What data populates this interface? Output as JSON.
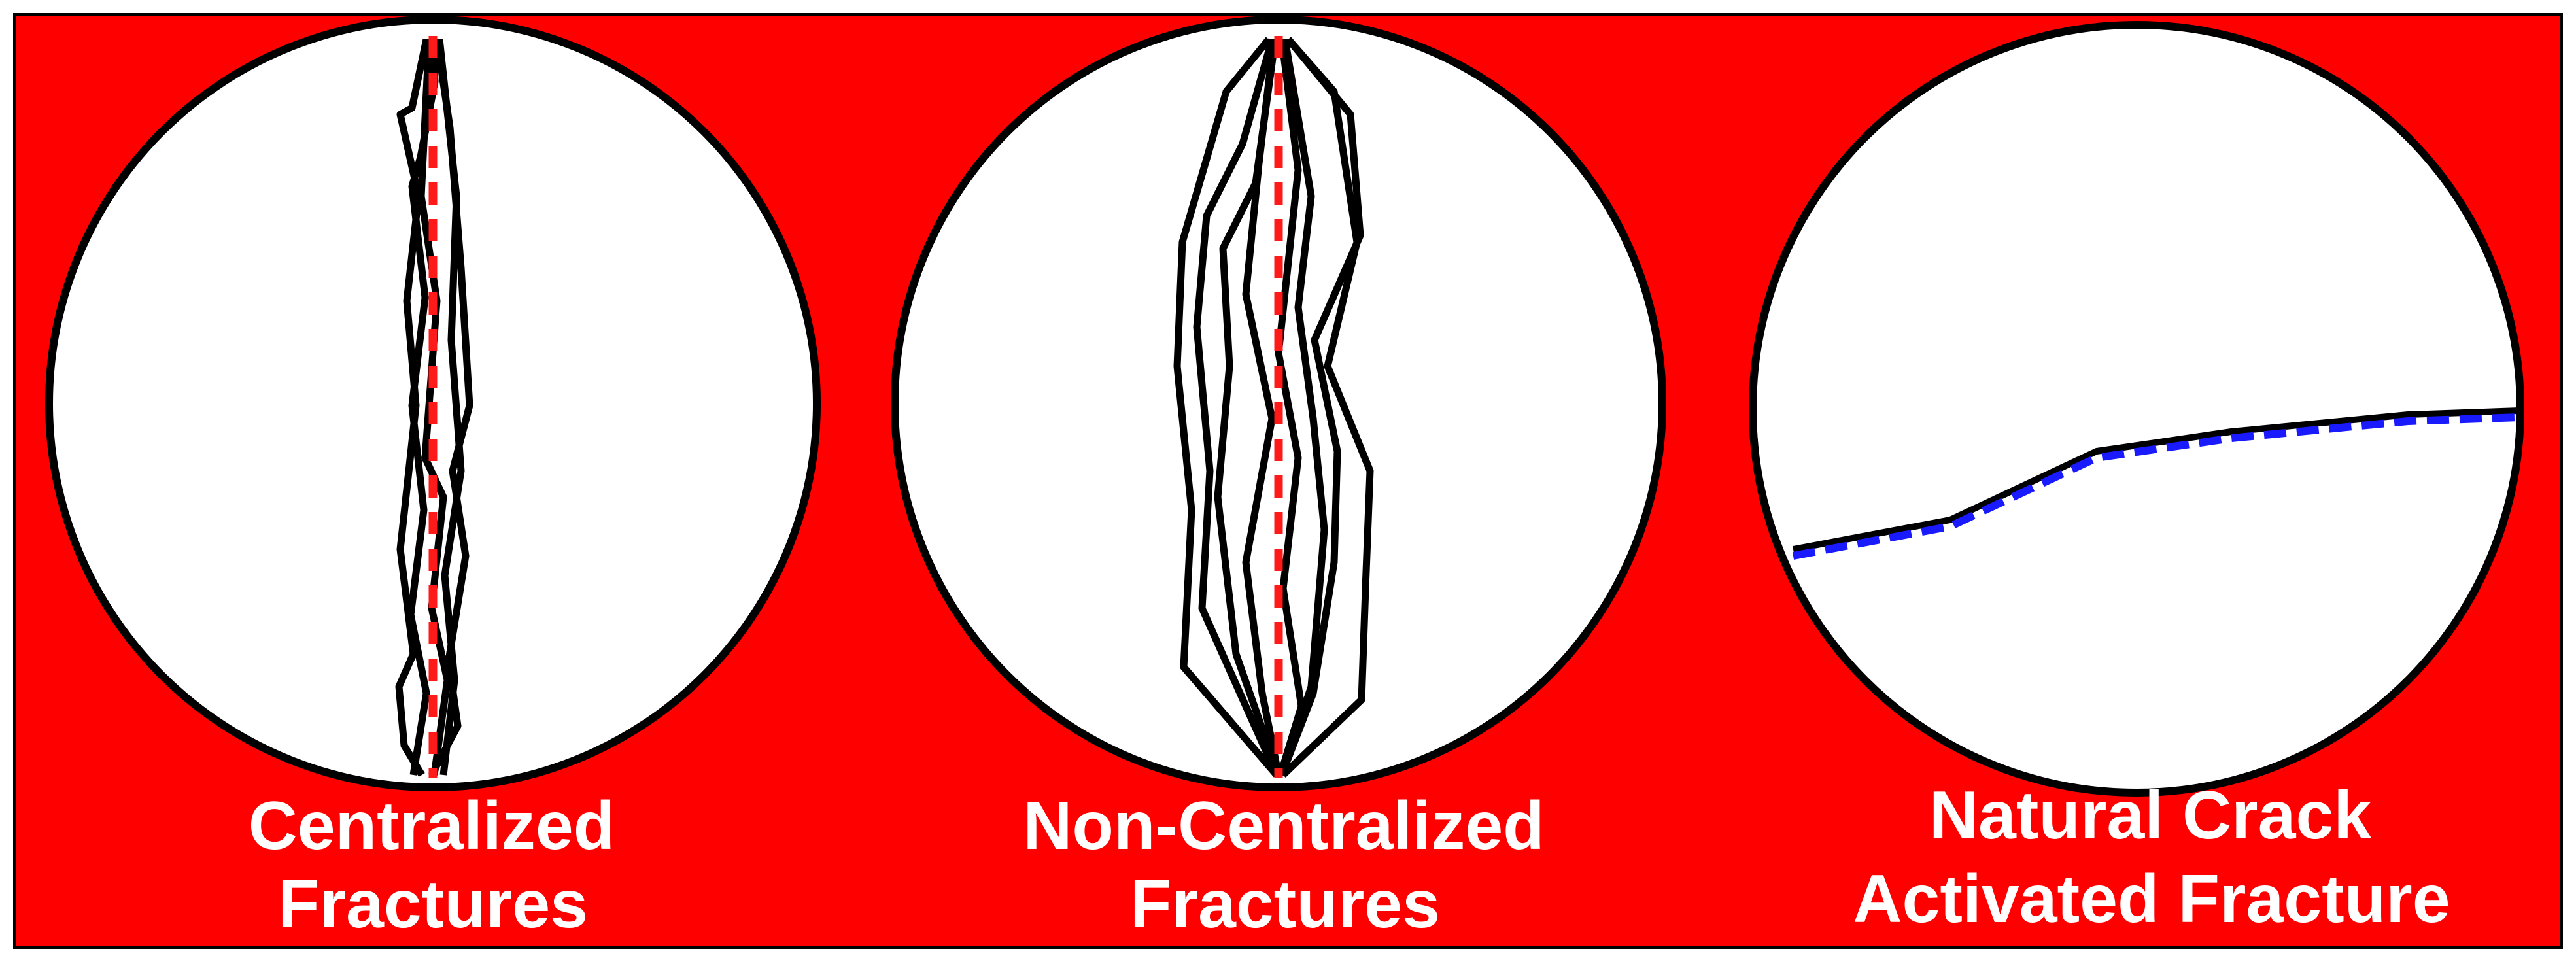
{
  "panels": [
    {
      "id": "centralized",
      "label_lines": [
        "Centralized",
        "Fractures"
      ]
    },
    {
      "id": "non-centralized",
      "label_lines": [
        "Non-Centralized",
        "Fractures"
      ]
    },
    {
      "id": "natural-crack",
      "label_lines": [
        "Natural Crack",
        "Activated Fracture"
      ]
    }
  ],
  "colors": {
    "background": "#ff0000",
    "disk_fill": "#ffffff",
    "outline": "#000000",
    "fracture_line": "#000000",
    "wellbore_dash": "#ff1a1a",
    "natural_crack_dash": "#1a1aff",
    "label_text": "#ffffff"
  }
}
